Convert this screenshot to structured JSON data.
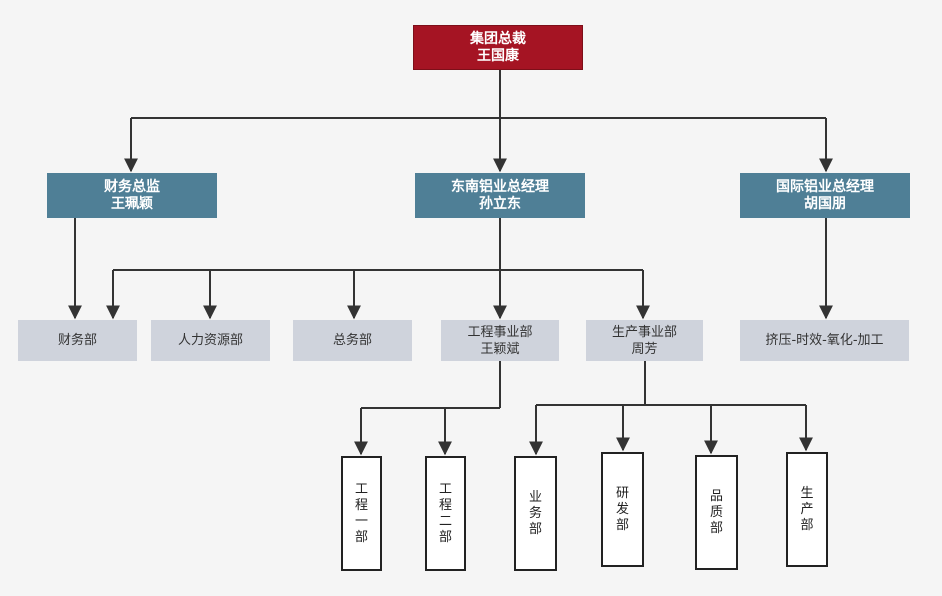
{
  "colors": {
    "top": "#a51423",
    "level2": "#4f7f96",
    "dept": "#cfd3dc",
    "line": "#333333"
  },
  "org": {
    "ceo": {
      "title": "集团总裁",
      "name": "王国康"
    },
    "finance_director": {
      "title": "财务总监",
      "name": "王珮颖"
    },
    "southeast_gm": {
      "title": "东南铝业总经理",
      "name": "孙立东"
    },
    "international_gm": {
      "title": "国际铝业总经理",
      "name": "胡国朋"
    },
    "departments": {
      "finance": "财务部",
      "hr": "人力资源部",
      "general_affairs": "总务部",
      "engineering": {
        "title": "工程事业部",
        "name": "王颖斌"
      },
      "production": {
        "title": "生产事业部",
        "name": "周芳"
      },
      "extrusion": "挤压-时效-氧化-加工"
    },
    "units": {
      "eng1": "工程一部",
      "eng2": "工程二部",
      "business": "业务部",
      "rnd": "研发部",
      "quality": "品质部",
      "manufacturing": "生产部"
    }
  }
}
